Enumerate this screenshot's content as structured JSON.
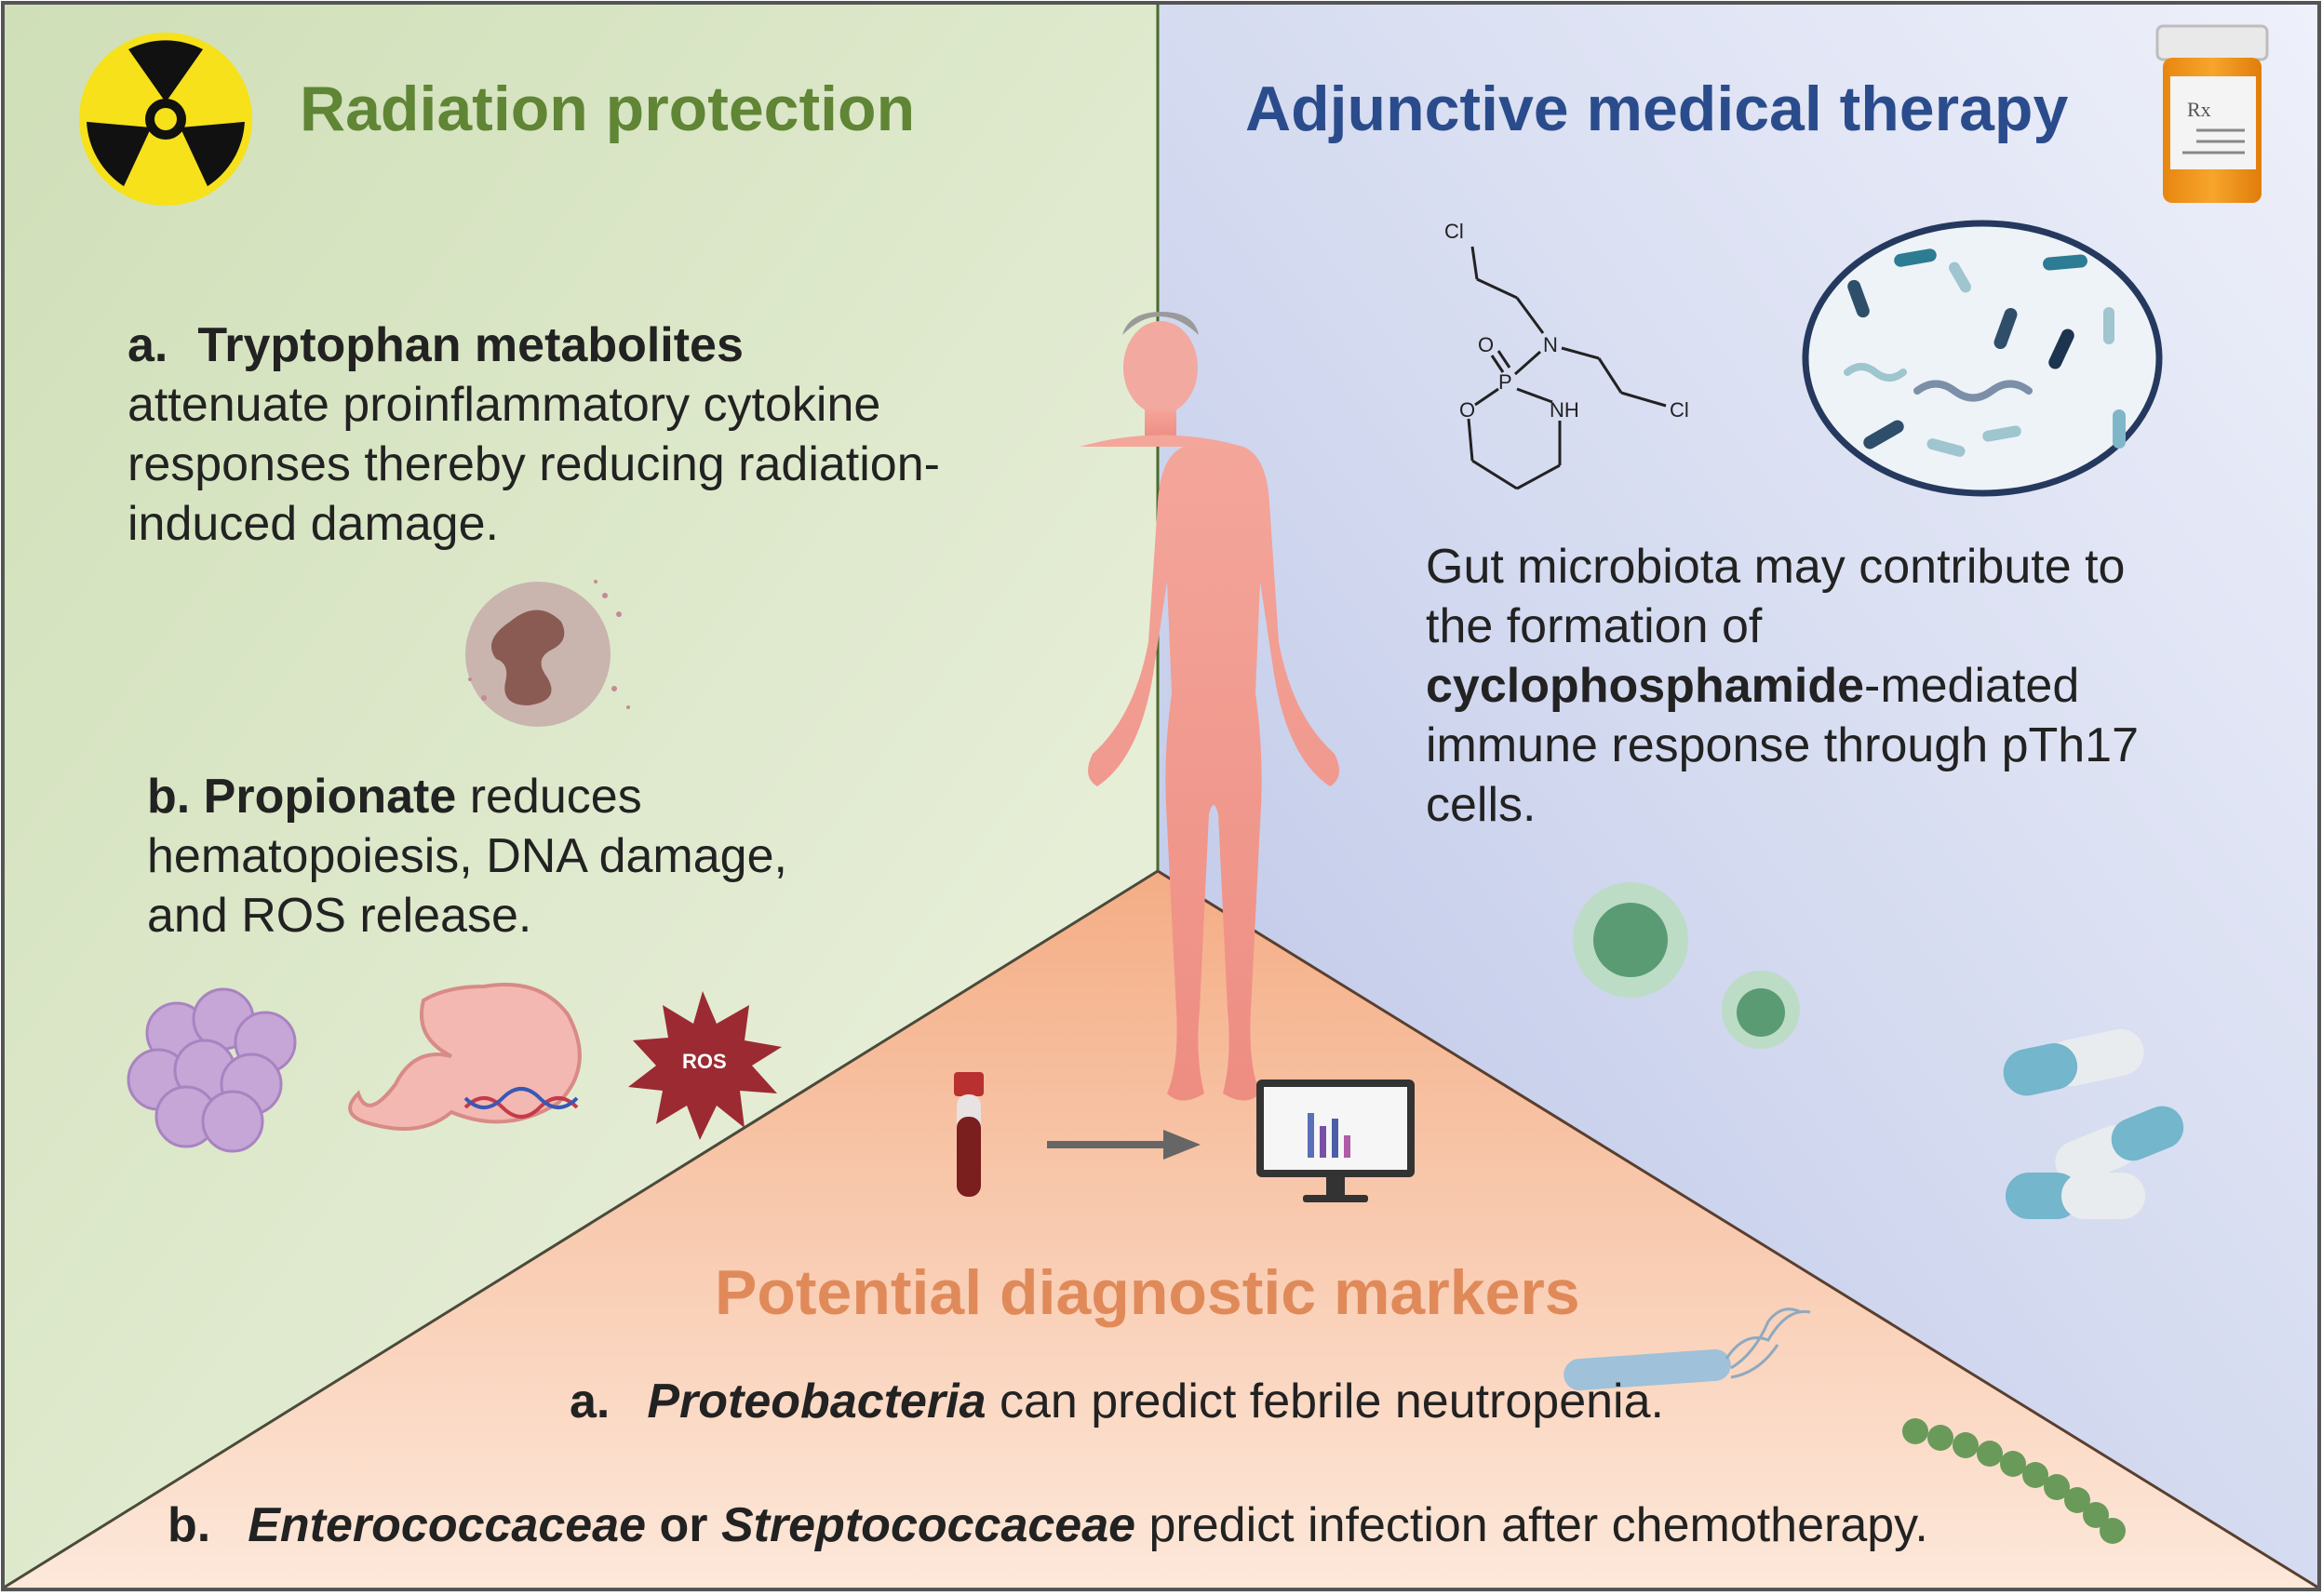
{
  "colors": {
    "radiation_title": "#5f8535",
    "therapy_title": "#2b4c8c",
    "diagnostic_title": "#e08a5a",
    "green_panel": "#dfe9cd",
    "blue_panel": "#c7cfe9",
    "orange_panel": "#f6c09b",
    "body_skin": "#f19a8f",
    "text": "#222222"
  },
  "radiation": {
    "title": "Radiation protection",
    "icon": "radiation-hazard-icon",
    "item_a": {
      "marker": "a.",
      "heading": "Tryptophan metabolites",
      "text_line1": "attenuate proinflammatory cytokine",
      "text_line2": "responses thereby reducing radiation-",
      "text_line3": "induced damage."
    },
    "item_b": {
      "marker": "b.",
      "heading": "Propionate",
      "text_rest": " reduces",
      "text_line2": "hematopoiesis, DNA damage,",
      "text_line3": "and ROS release."
    },
    "ros_label": "ROS"
  },
  "therapy": {
    "title": "Adjunctive medical therapy",
    "icon": "pill-bottle-icon",
    "rx_label": "Rx",
    "molecule_labels": {
      "cl1": "Cl",
      "cl2": "Cl",
      "n": "N",
      "p": "P",
      "o1": "O",
      "o2": "O",
      "nh": "NH"
    },
    "text_line1": "Gut microbiota may contribute to",
    "text_line2": "the formation of",
    "bold_word": "cyclophosphamide",
    "text_line3_rest": "-mediated",
    "text_line4": "immune response through pTh17",
    "text_line5": "cells."
  },
  "diagnostic": {
    "title": "Potential diagnostic markers",
    "item_a": {
      "marker": "a.",
      "taxon": "Proteobacteria",
      "text": " can predict febrile neutropenia."
    },
    "item_b": {
      "marker": "b.",
      "taxon1": "Enterococcaceae",
      "connector": " or ",
      "taxon2": "Streptococcaceae",
      "text": " predict infection after chemotherapy."
    }
  }
}
